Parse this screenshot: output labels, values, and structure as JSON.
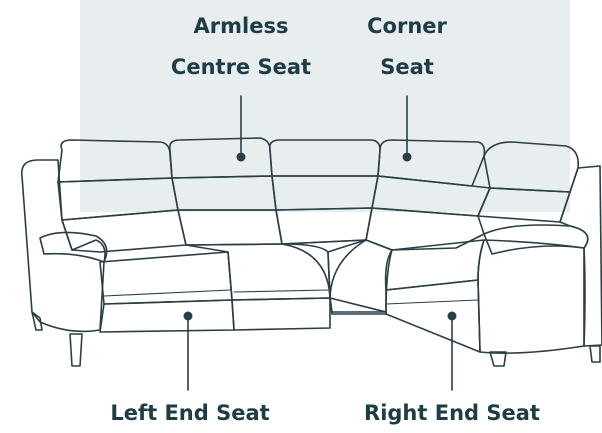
{
  "labels": {
    "armless_line1": "Armless",
    "armless_line2": "Centre Seat",
    "corner_line1": "Corner",
    "corner_line2": "Seat",
    "left_end": "Left End Seat",
    "right_end": "Right End Seat"
  },
  "colors": {
    "backdrop": "#e8edf0",
    "left_end_fill": "#d6c5ad",
    "armless_fill": "#ece3d3",
    "corner_fill": "#fbf9f4",
    "right_end_fill": "#d6c5ad",
    "outline": "#2a3f45",
    "label_text": "#1d3c43"
  }
}
